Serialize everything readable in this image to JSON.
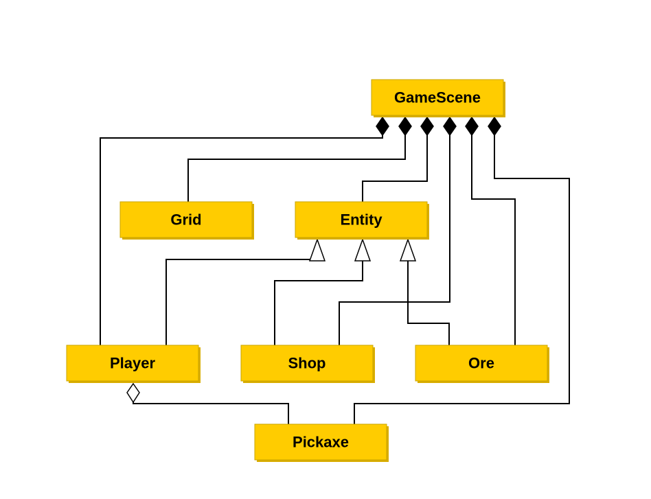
{
  "diagram": {
    "type": "uml-class-diagram",
    "classes": {
      "gamescene": "GameScene",
      "grid": "Grid",
      "entity": "Entity",
      "player": "Player",
      "shop": "Shop",
      "ore": "Ore",
      "pickaxe": "Pickaxe"
    },
    "relationships": [
      {
        "from": "GameScene",
        "to": "Player",
        "kind": "composition"
      },
      {
        "from": "GameScene",
        "to": "Grid",
        "kind": "composition"
      },
      {
        "from": "GameScene",
        "to": "Entity",
        "kind": "composition"
      },
      {
        "from": "GameScene",
        "to": "Shop",
        "kind": "composition"
      },
      {
        "from": "GameScene",
        "to": "Ore",
        "kind": "composition"
      },
      {
        "from": "GameScene",
        "to": "Pickaxe",
        "kind": "composition"
      },
      {
        "from": "Player",
        "to": "Entity",
        "kind": "generalization"
      },
      {
        "from": "Shop",
        "to": "Entity",
        "kind": "generalization"
      },
      {
        "from": "Ore",
        "to": "Entity",
        "kind": "generalization"
      },
      {
        "from": "Player",
        "to": "Pickaxe",
        "kind": "aggregation"
      }
    ],
    "colors": {
      "box_fill": "#ffcc00",
      "line": "#000000",
      "background": "#ffffff"
    }
  }
}
